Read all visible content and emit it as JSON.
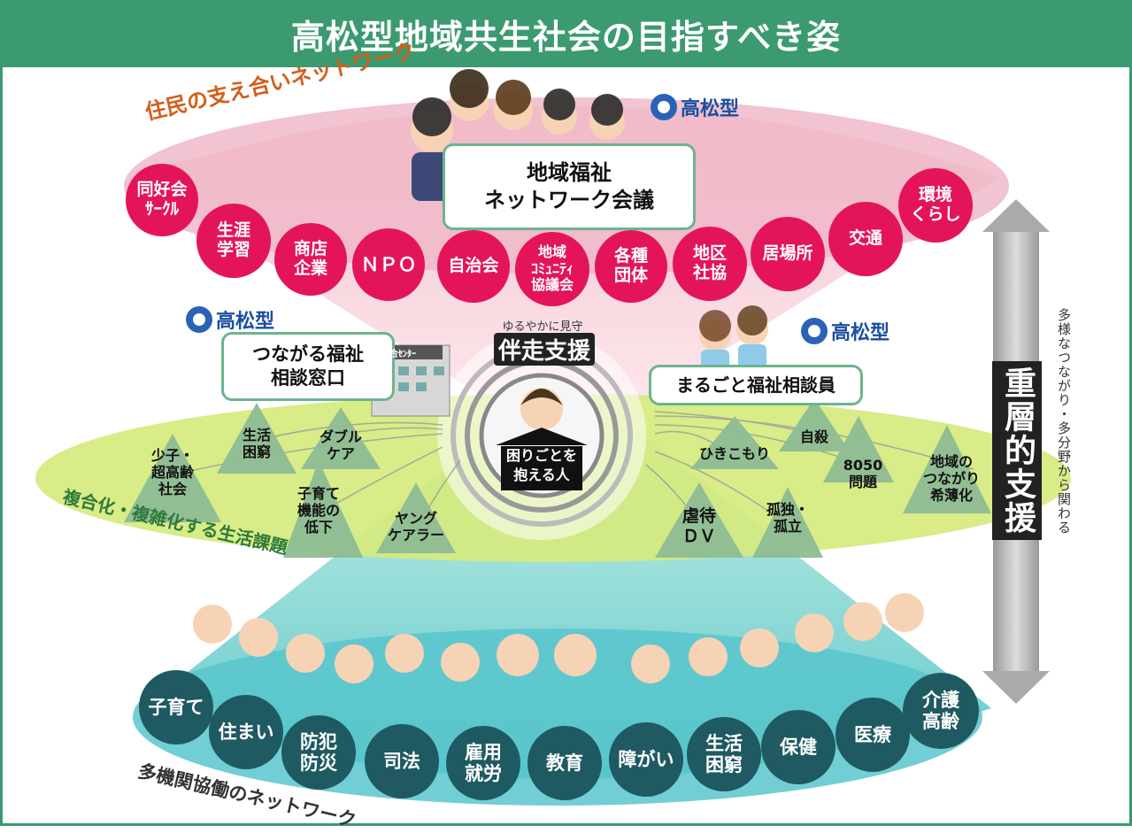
{
  "title": "高松型地域共生社会の目指すべき姿",
  "colors": {
    "frame": "#3b9a70",
    "pink_circle": "#e4145b",
    "teal_circle": "#1f5a62",
    "brand_blue": "#1b4fa0"
  },
  "residents": {
    "label": "住民の支え合いネットワーク",
    "brand": "高松型",
    "meeting": "地域福祉\nネットワーク会議",
    "circles": [
      "同好会\nｻｰｸﾙ",
      "生涯\n学習",
      "商店\n企業",
      "ＮＰＯ",
      "自治会",
      "地域\nｺﾐｭﾆﾃｨ\n協議会",
      "各種\n団体",
      "地区\n社協",
      "居場所",
      "交通",
      "環境\nくらし"
    ]
  },
  "consult": {
    "brand": "高松型",
    "label": "つながる福祉\n相談窓口",
    "building_sign": "総合ｾﾝﾀｰ"
  },
  "worker": {
    "brand": "高松型",
    "label": "まるごと福祉相談員"
  },
  "center": {
    "caption": "ゆるやかに見守る",
    "title": "伴走支援",
    "person_label": "困りごとを\n抱える人"
  },
  "issues": {
    "label": "複合化・複雑化する生活課題",
    "items": [
      "少子・\n超高齢\n社会",
      "生活\n困窮",
      "ダブル\nケア",
      "子育て\n機能の\n低下",
      "ヤング\nケアラー",
      "ひきこもり",
      "自殺",
      "8050\n問題",
      "地域の\nつながり\n希薄化",
      "孤独・\n孤立",
      "虐待\nＤＶ"
    ]
  },
  "agencies": {
    "label": "多機関協働のネットワーク",
    "circles": [
      "子育て",
      "住まい",
      "防犯\n防災",
      "司法",
      "雇用\n就労",
      "教育",
      "障がい",
      "生活\n困窮",
      "保健",
      "医療",
      "介護\n高齢"
    ]
  },
  "side": {
    "bold": "重層的支援",
    "note": "多様なつながり・多分野から関わる"
  }
}
